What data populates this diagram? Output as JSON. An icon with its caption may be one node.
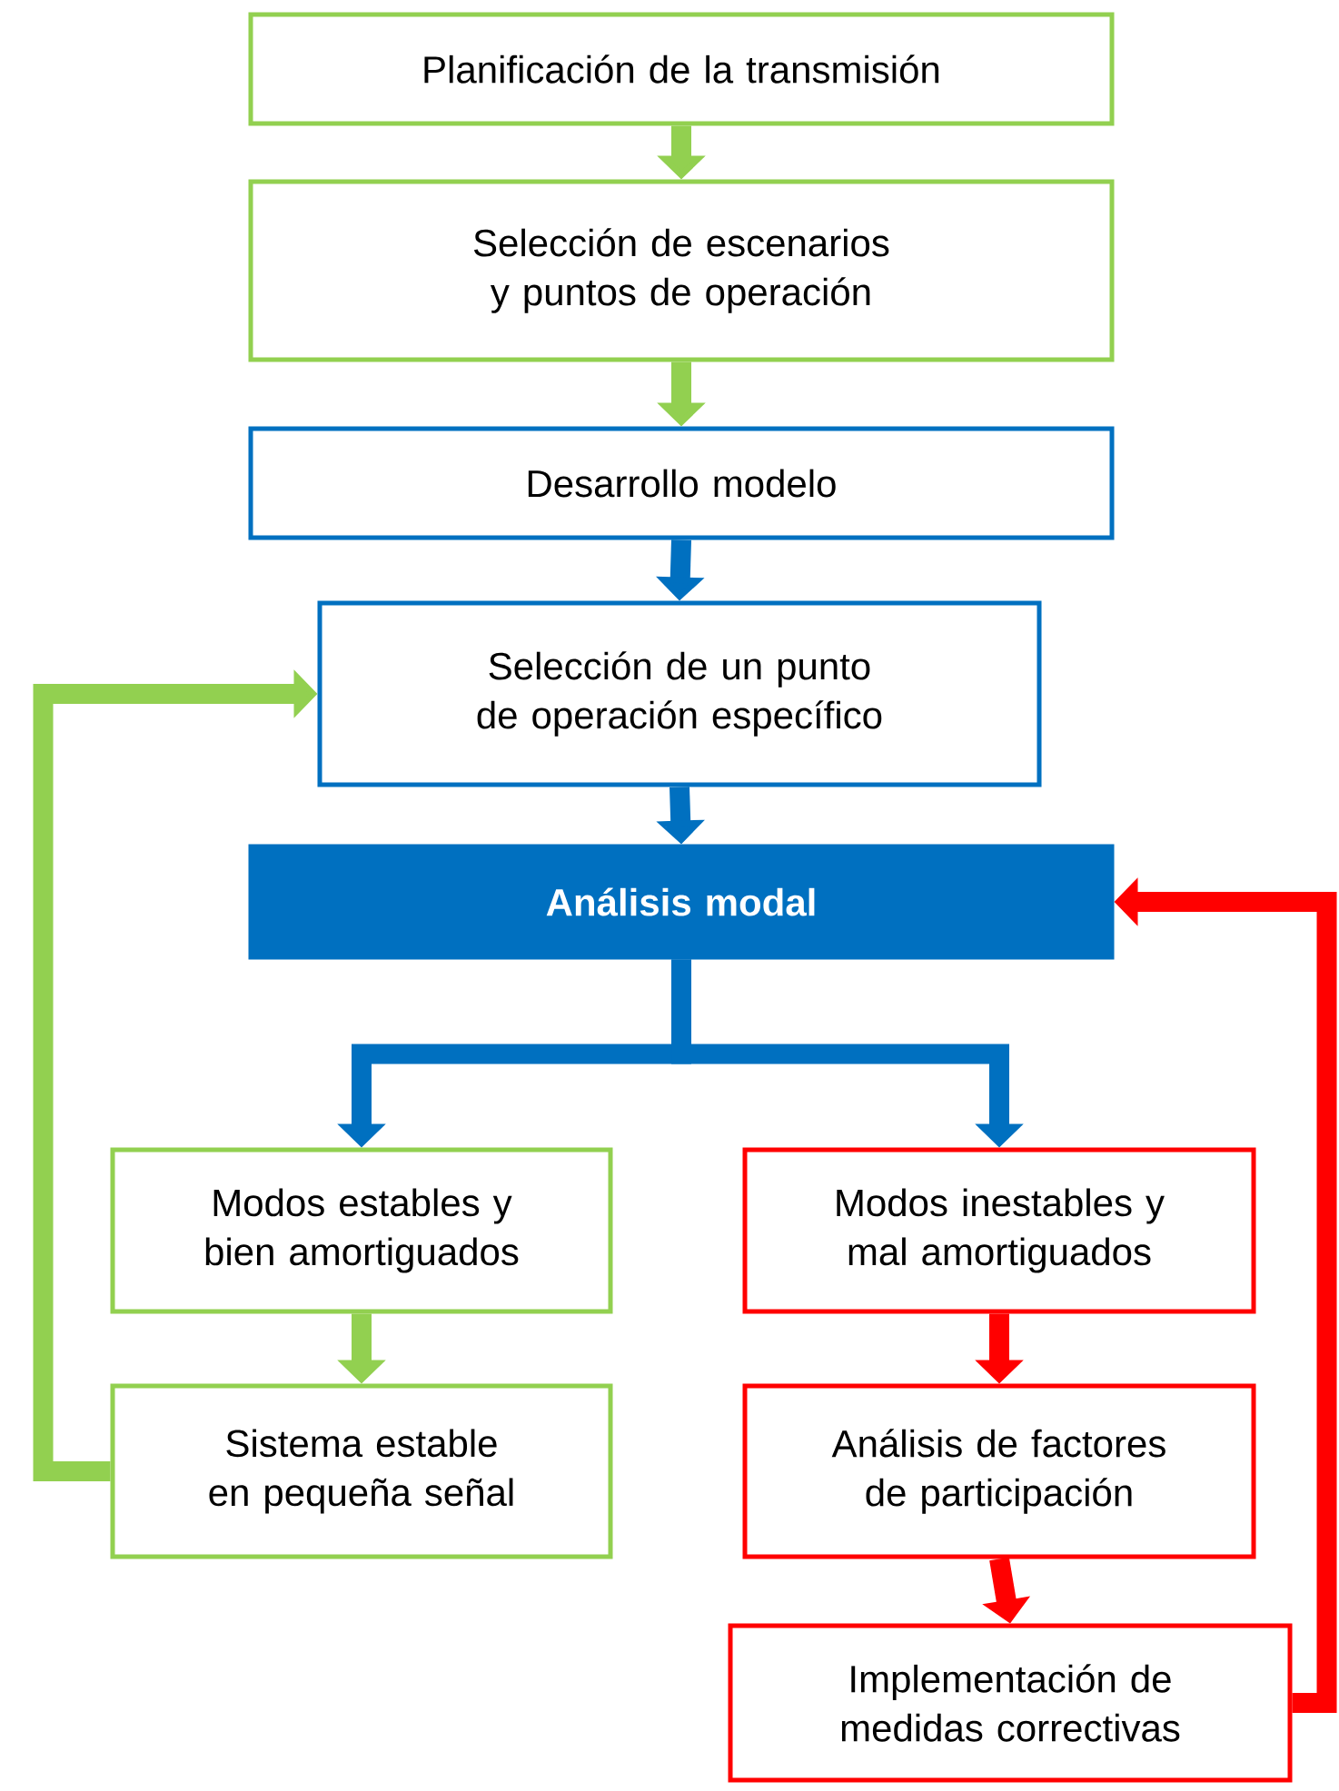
{
  "diagram": {
    "nodes": [
      {
        "text": [
          "Planificación de la transmisión"
        ]
      },
      {
        "text": [
          "Selección de escenarios y puntos de operación"
        ]
      },
      {
        "text": [
          "Desarrollo modelo"
        ]
      },
      {
        "text": [
          "Selección de un punto de operación específico"
        ]
      },
      {
        "text": [
          "Análisis modal"
        ]
      },
      {
        "text": [
          "Modos estables y bien amortiguados"
        ]
      },
      {
        "text": [
          "Sistema estable en pequeña señal"
        ]
      },
      {
        "text": [
          "Modos inestables y mal amortiguados"
        ]
      },
      {
        "text": [
          "Análisis de factores de participación"
        ]
      },
      {
        "text": [
          "Implementación de medidas correctivas"
        ]
      }
    ],
    "edges": [
      {
        "from": 0,
        "to": 1,
        "arrow": "to",
        "color": "#92d050"
      },
      {
        "from": 1,
        "to": 2,
        "arrow": "to",
        "color": "#92d050"
      },
      {
        "from": 2,
        "to": 3,
        "arrow": "to",
        "color": "#0070c0"
      },
      {
        "from": 3,
        "to": 4,
        "arrow": "to",
        "color": "#0070c0"
      },
      {
        "from": 4,
        "to": 5,
        "arrow": "to",
        "color": "#0070c0"
      },
      {
        "from": 4,
        "to": 7,
        "arrow": "to",
        "color": "#0070c0"
      },
      {
        "from": 5,
        "to": 6,
        "arrow": "to",
        "color": "#92d050"
      },
      {
        "from": 6,
        "to": 3,
        "arrow": "to",
        "color": "#92d050"
      },
      {
        "from": 7,
        "to": 8,
        "arrow": "to",
        "color": "#ff0000"
      },
      {
        "from": 8,
        "to": 9,
        "arrow": "to",
        "color": "#ff0000"
      },
      {
        "from": 9,
        "to": 4,
        "arrow": "to",
        "color": "#ff0000"
      }
    ]
  }
}
